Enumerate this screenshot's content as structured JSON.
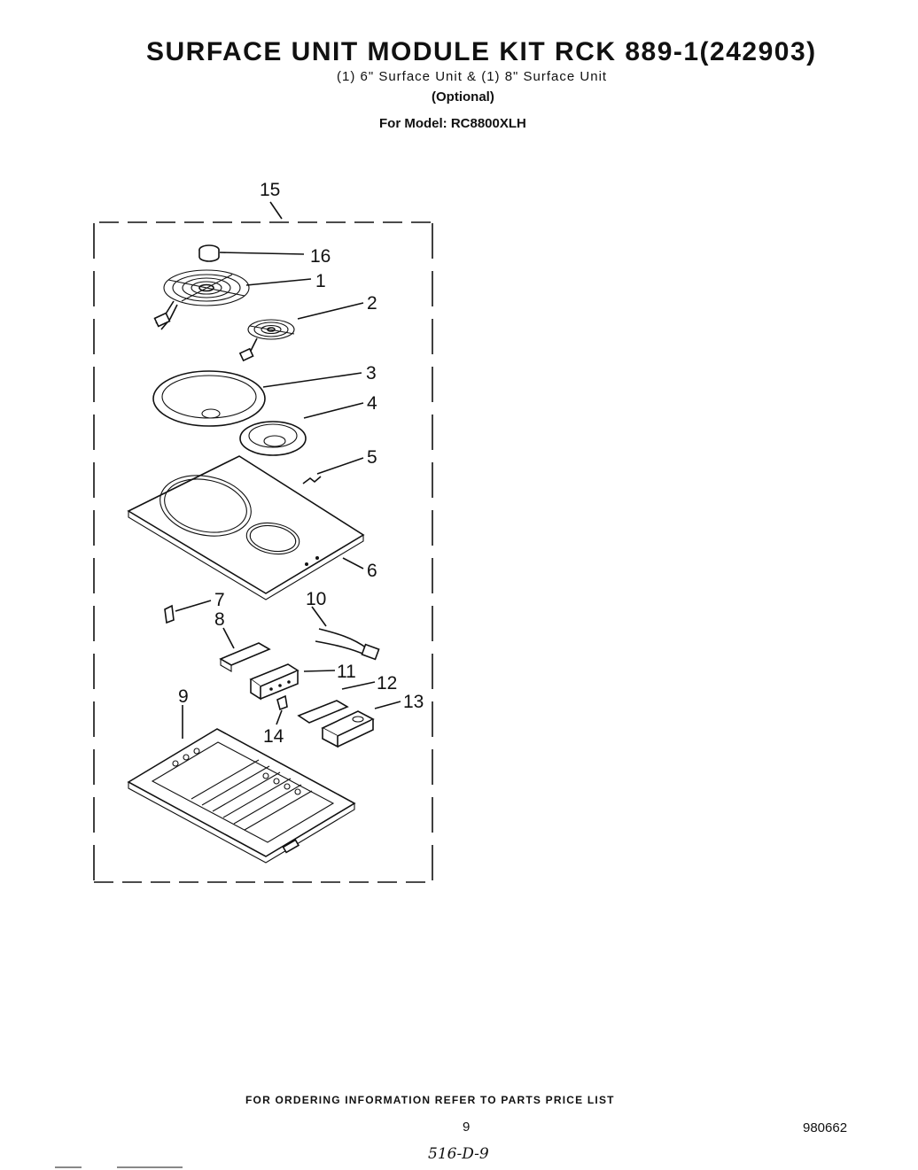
{
  "header": {
    "title": "SURFACE UNIT MODULE KIT RCK 889-1(242903)",
    "subtitle": "(1) 6\" Surface Unit & (1) 8\" Surface Unit",
    "optional": "(Optional)",
    "model": "For Model: RC8800XLH"
  },
  "callouts": [
    "15",
    "16",
    "1",
    "2",
    "3",
    "4",
    "5",
    "6",
    "7",
    "8",
    "10",
    "11",
    "12",
    "13",
    "9",
    "14"
  ],
  "footer": {
    "ordering_note": "FOR ORDERING INFORMATION REFER TO PARTS PRICE LIST",
    "page_number": "9",
    "doc_number": "980662",
    "handwritten_note": "516-D-9"
  }
}
